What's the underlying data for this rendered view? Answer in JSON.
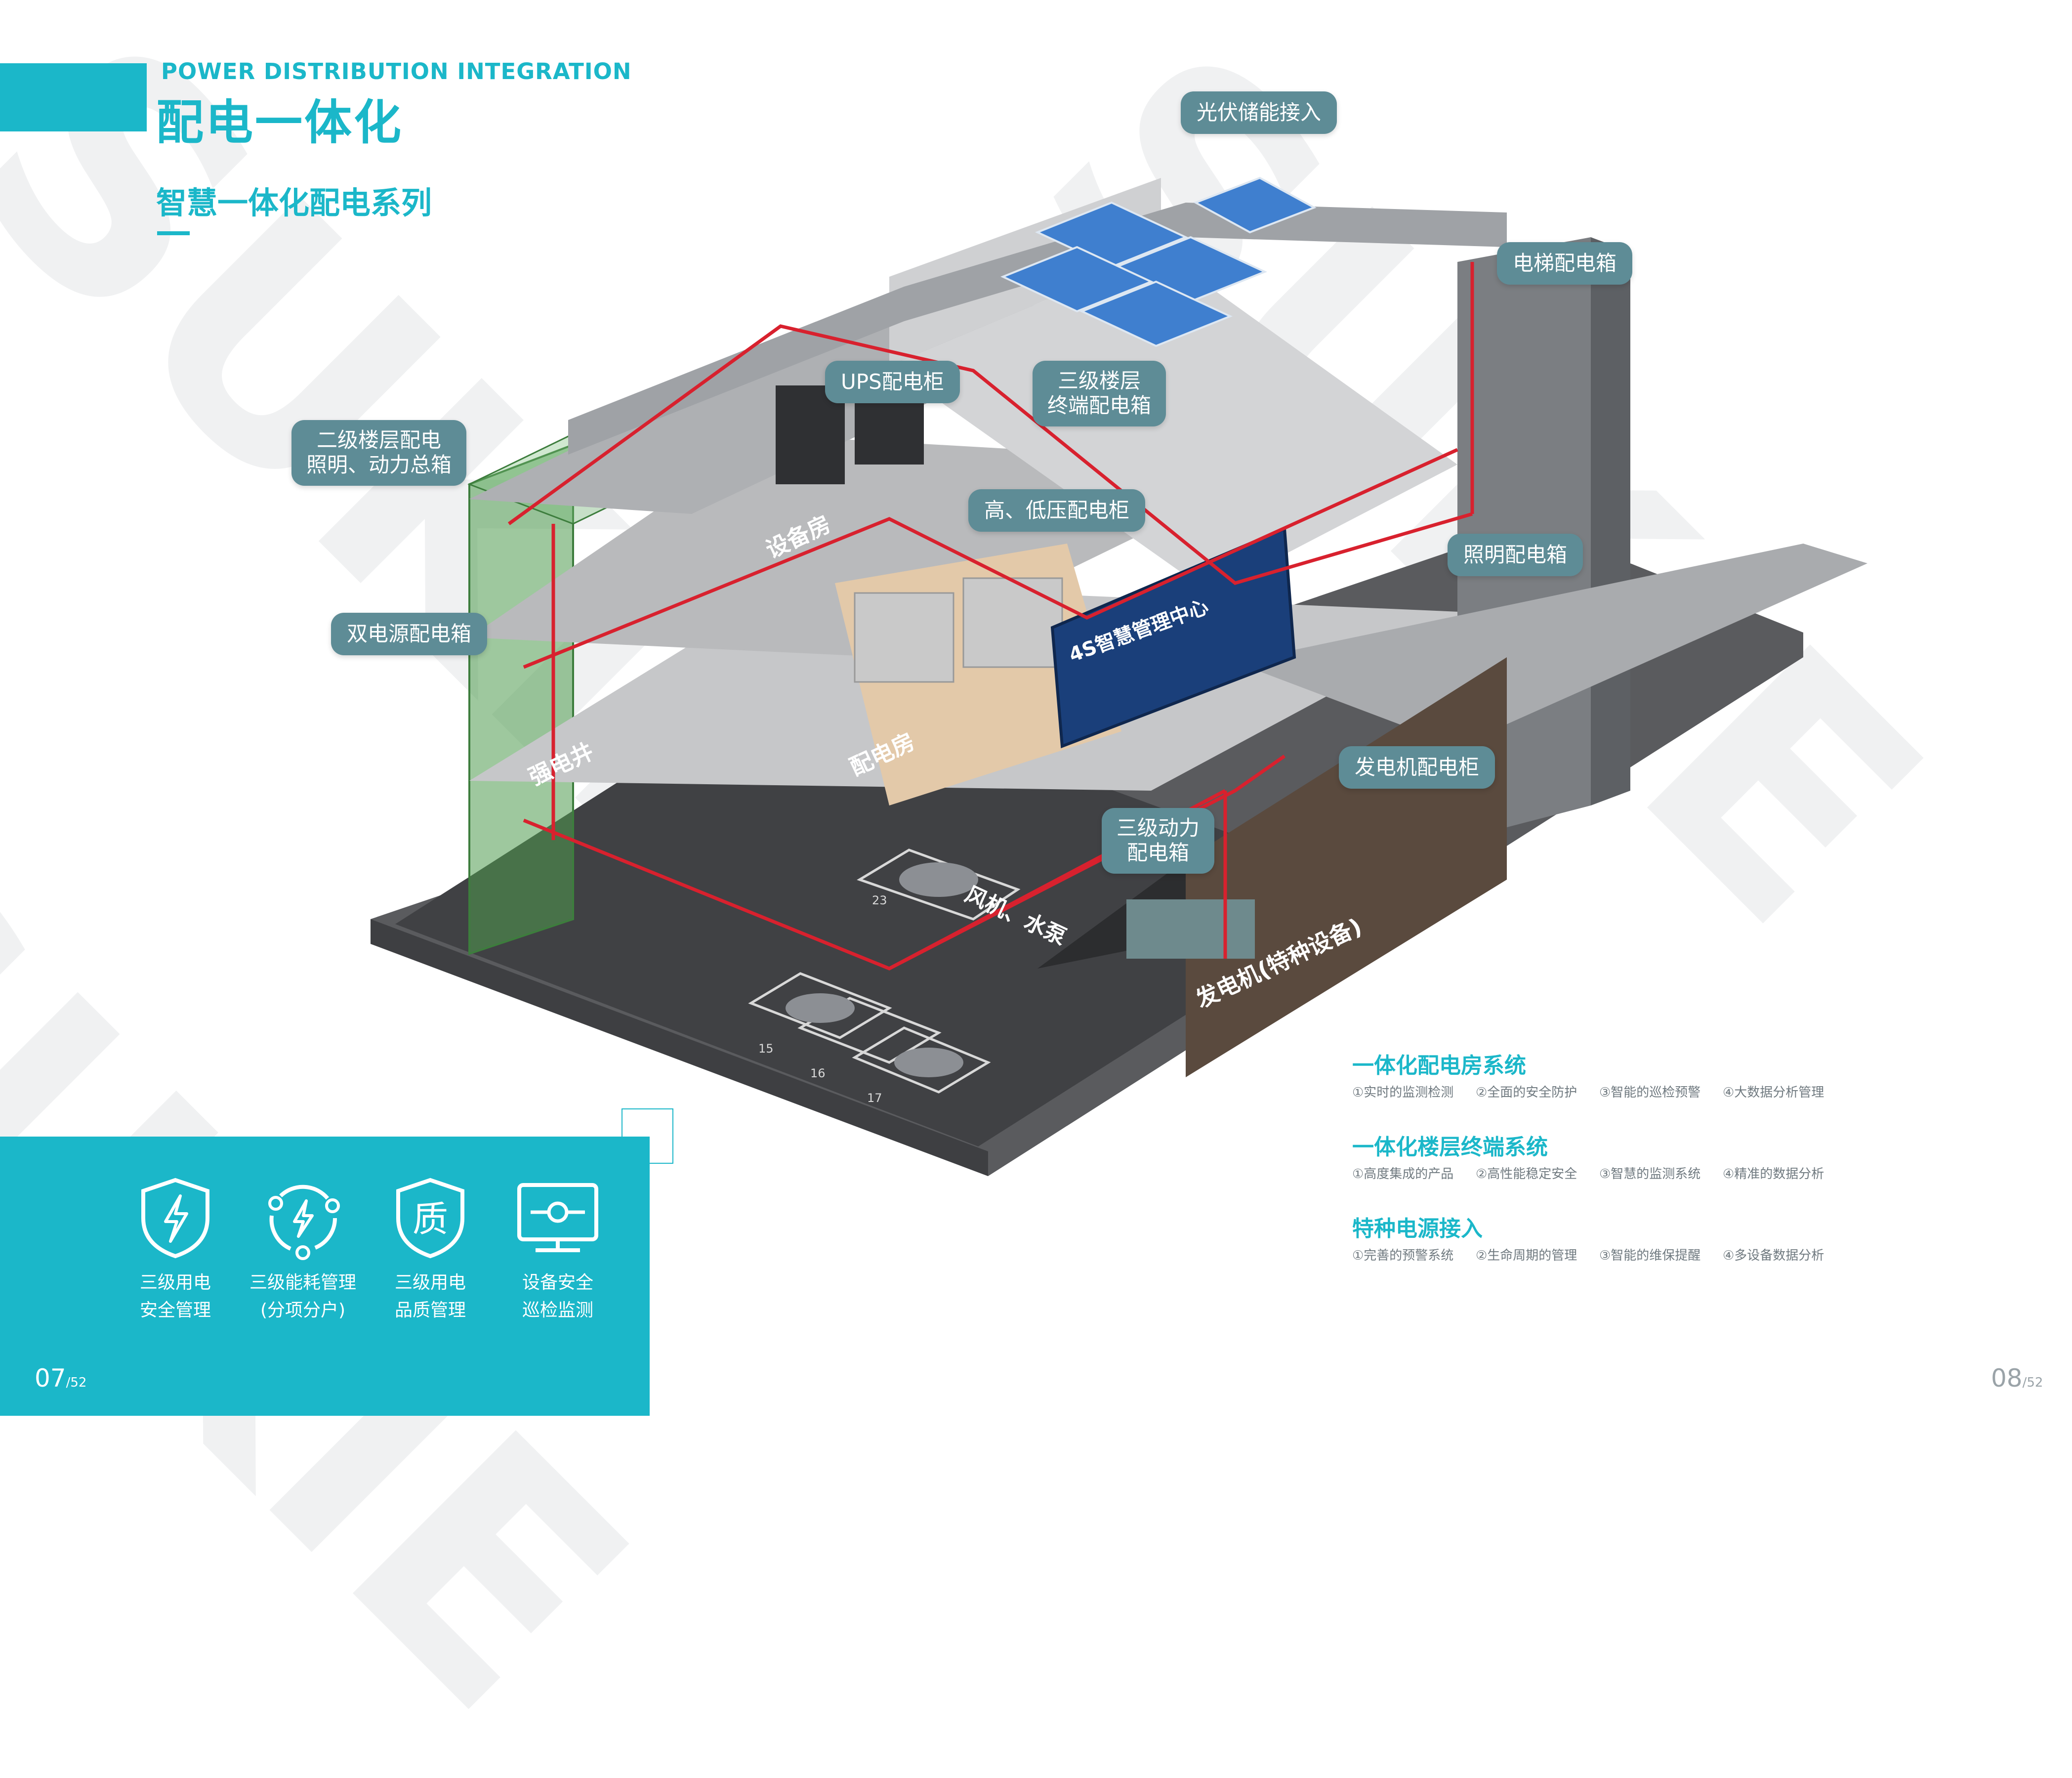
{
  "header": {
    "title_en": "POWER DISTRIBUTION INTEGRATION",
    "title_cn": "配电一体化",
    "subtitle_cn": "智慧一体化配电系列"
  },
  "callouts": {
    "solar": "光伏储能接入",
    "elevator": "电梯配电箱",
    "ups": "UPS配电柜",
    "floor_terminal_1": "三级楼层",
    "floor_terminal_2": "终端配电箱",
    "secondary_1": "二级楼层配电",
    "secondary_2": "照明、动力总箱",
    "hv_lv": "高、低压配电柜",
    "lighting": "照明配电箱",
    "dual_power": "双电源配电箱",
    "generator_cabinet": "发电机配电柜",
    "power_box_1": "三级动力",
    "power_box_2": "配电箱"
  },
  "scene_labels": {
    "equipment_room": "设备房",
    "distribution_room": "配电房",
    "strong_shaft": "强电井",
    "fan_pump": "风机、水泵",
    "generator": "发电机(特种设备)",
    "screen": "4S智慧管理中心",
    "spot_23": "23",
    "spot_15": "15",
    "spot_16": "16",
    "spot_17": "17"
  },
  "features": [
    {
      "icon": "shield-bolt-icon",
      "line1": "三级用电",
      "line2": "安全管理"
    },
    {
      "icon": "energy-cycle-icon",
      "line1": "三级能耗管理",
      "line2": "(分项分户)"
    },
    {
      "icon": "quality-shield-icon",
      "icon_text": "质",
      "line1": "三级用电",
      "line2": "品质管理"
    },
    {
      "icon": "monitor-icon",
      "line1": "设备安全",
      "line2": "巡检监测"
    }
  ],
  "sections": [
    {
      "title": "一体化配电房系统",
      "items": [
        "①实时的监测检测",
        "②全面的安全防护",
        "③智能的巡检预警",
        "④大数据分析管理"
      ]
    },
    {
      "title": "一体化楼层终端系统",
      "items": [
        "①高度集成的产品",
        "②高性能稳定安全",
        "③智慧的监测系统",
        "④精准的数据分析"
      ]
    },
    {
      "title": "特种电源接入",
      "items": [
        "①完善的预警系统",
        "②生命周期的管理",
        "③智能的维保提醒",
        "④多设备数据分析"
      ]
    }
  ],
  "pages": {
    "left": "07",
    "left_total": "/52",
    "right": "08",
    "right_total": "/52"
  },
  "colors": {
    "accent": "#1bb7c9",
    "callout": "#5e8c96",
    "wire": "#d8212e",
    "shaft": "#4f9a4f"
  }
}
